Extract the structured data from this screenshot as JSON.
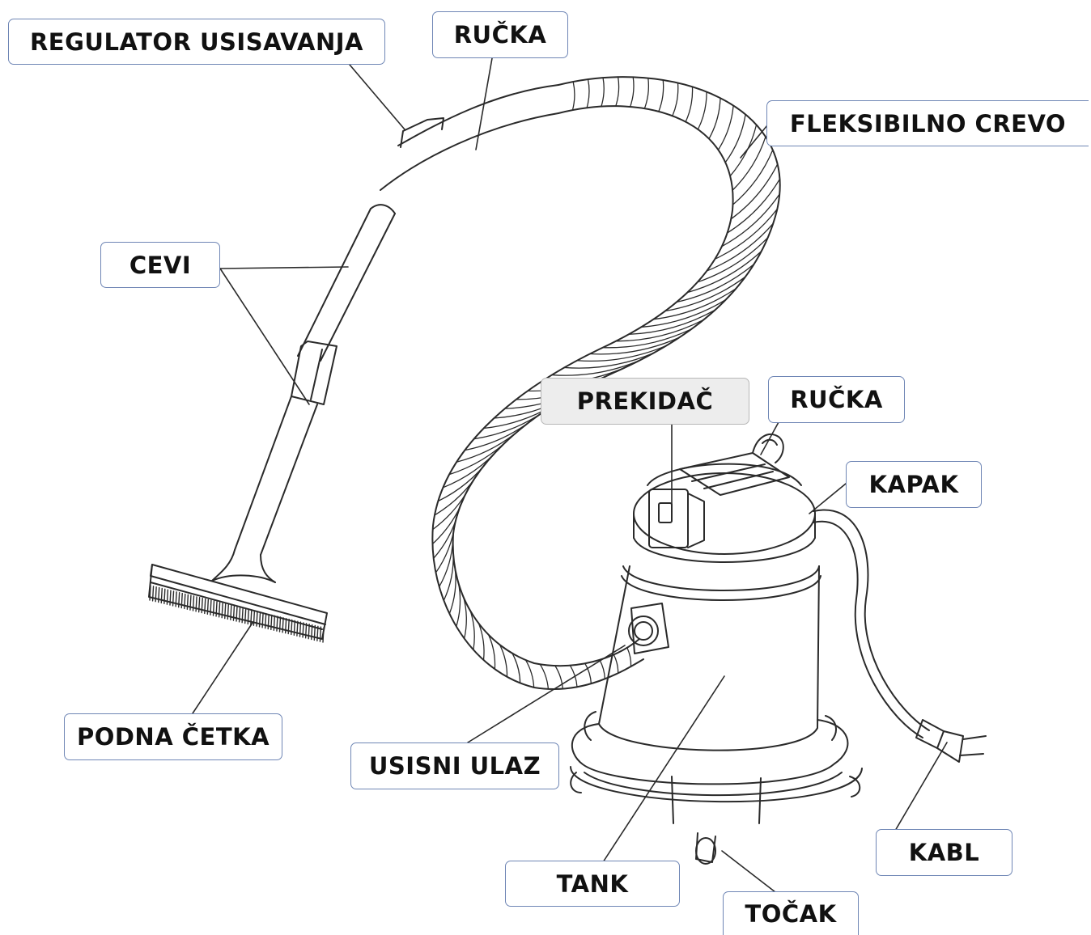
{
  "labels": {
    "suction_regulator": "REGULATOR USISAVANJA",
    "handle_top": "RUČKA",
    "flexible_hose": "FLEKSIBILNO CREVO",
    "tubes": "CEVI",
    "switch": "PREKIDAČ",
    "handle_unit": "RUČKA",
    "lid": "KAPAK",
    "floor_brush": "PODNA ČETKA",
    "suction_inlet": "USISNI ULAZ",
    "tank": "TANK",
    "cable": "KABL",
    "wheel": "TOČAK"
  },
  "colors": {
    "line": "#2a2a2a",
    "label_border": "#6f86b5",
    "switch_label_fill": "#ededed"
  }
}
